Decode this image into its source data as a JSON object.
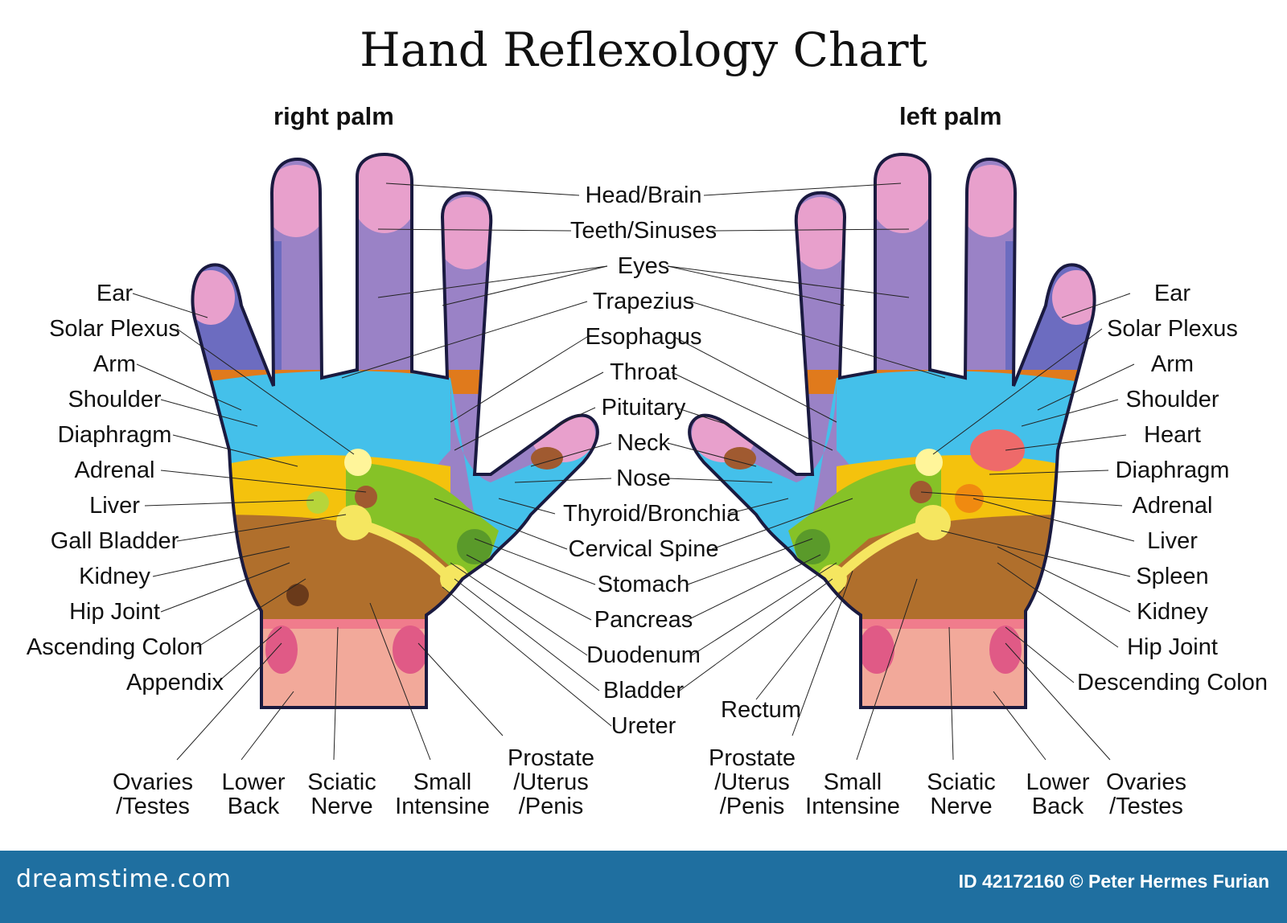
{
  "title": "Hand Reflexology Chart",
  "right_palm_title": "right palm",
  "left_palm_title": "left palm",
  "center_labels": [
    "Head/Brain",
    "Teeth/Sinuses",
    "Eyes",
    "Trapezius",
    "Esophagus",
    "Throat",
    "Pituitary",
    "Neck",
    "Nose",
    "Thyroid/Bronchia",
    "Cervical Spine",
    "Stomach",
    "Pancreas",
    "Duodenum",
    "Bladder",
    "Ureter"
  ],
  "left_labels": [
    "Ear",
    "Solar Plexus",
    "Arm",
    "Shoulder",
    "Diaphragm",
    "Adrenal",
    "Liver",
    "Gall Bladder",
    "Kidney",
    "Hip Joint",
    "Ascending Colon",
    "Appendix"
  ],
  "right_labels": [
    "Ear",
    "Solar Plexus",
    "Arm",
    "Shoulder",
    "Heart",
    "Diaphragm",
    "Adrenal",
    "Liver",
    "Spleen",
    "Kidney",
    "Hip Joint",
    "Descending Colon"
  ],
  "rectum_label": "Rectum",
  "bottom_left_labels": [
    "Ovaries\n/Testes",
    "Lower\nBack",
    "Sciatic\nNerve",
    "Small\nIntensine",
    "Prostate\n/Uterus\n/Penis"
  ],
  "bottom_right_labels": [
    "Prostate\n/Uterus\n/Penis",
    "Small\nIntensine",
    "Sciatic\nNerve",
    "Lower\nBack",
    "Ovaries\n/Testes"
  ],
  "footer": {
    "brand": "dreamstime.com",
    "credit": "ID 42172160 © Peter Hermes Furian"
  },
  "colors": {
    "footer_bg": "#1f6fa0",
    "fingertip": "#e8a0cc",
    "finger": "#9a82c6",
    "pinky": "#6c6cc0",
    "orange_band": "#e07a1c",
    "blue_zone": "#44c0ea",
    "green_zone": "#86c227",
    "yellow_zone": "#f4c20d",
    "brown_zone": "#b06f2c",
    "wrist": "#f2a99a"
  }
}
